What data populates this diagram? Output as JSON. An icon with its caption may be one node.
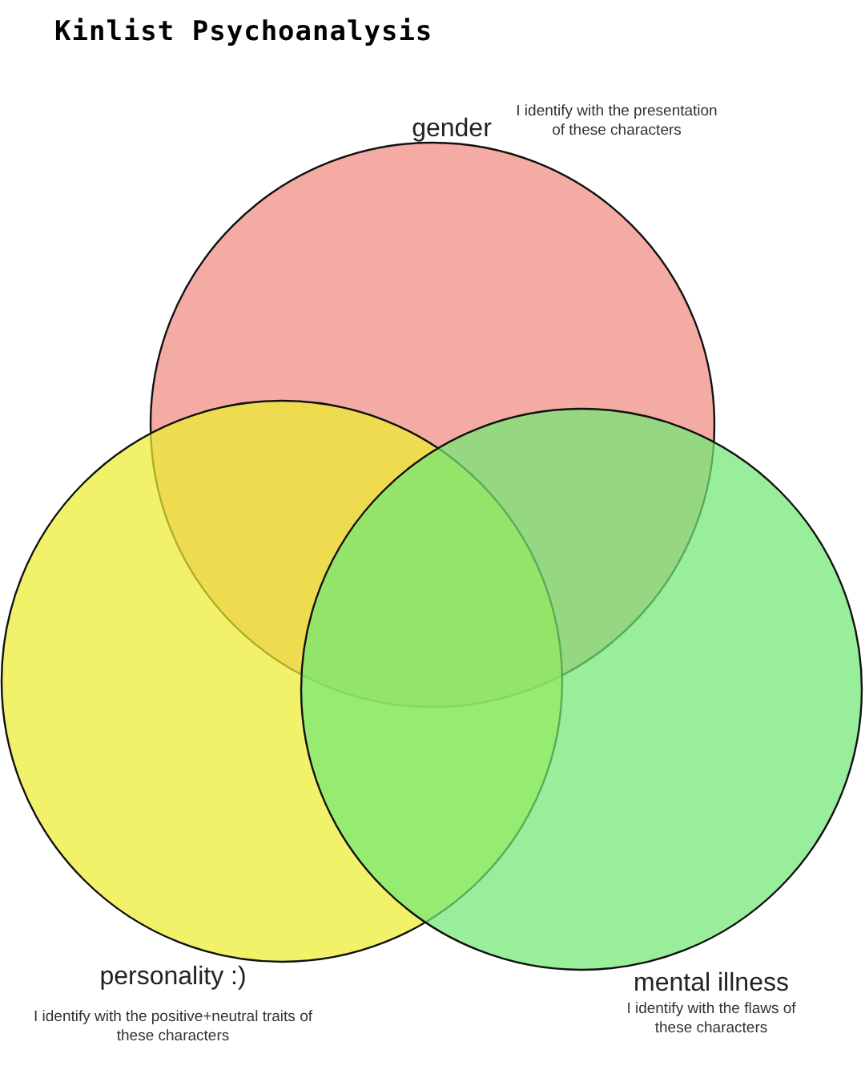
{
  "diagram": {
    "title": "Kinlist Psychoanalysis",
    "nodes": [
      {
        "text": [
          "gender",
          "I identify with the presentation of these characters"
        ]
      },
      {
        "text": [
          "personality :)",
          "I identify with the positive+neutral traits of these characters"
        ]
      },
      {
        "text": [
          "mental illness",
          "I identify with the flaws of these characters"
        ]
      }
    ],
    "edges": []
  }
}
